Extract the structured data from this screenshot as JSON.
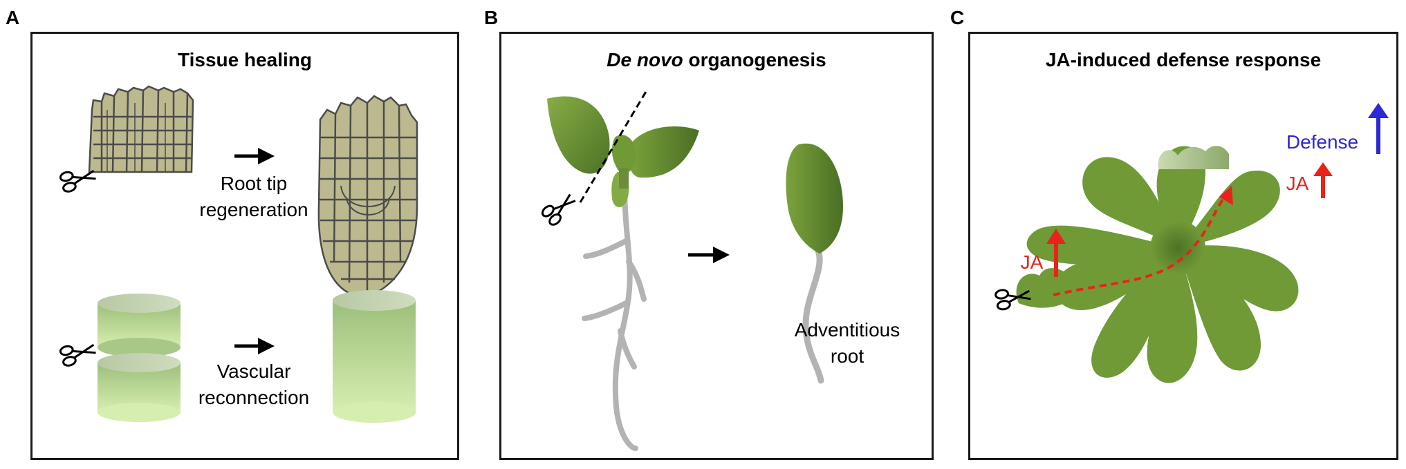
{
  "panels": [
    {
      "letter": "A",
      "title": "Tissue healing",
      "captions": {
        "root_tip": "Root tip\nregeneration",
        "vascular": "Vascular\nreconnection"
      }
    },
    {
      "letter": "B",
      "title_italic": "De novo",
      "title_rest": " organogenesis",
      "captions": {
        "adventitious": "Adventitious\nroot"
      }
    },
    {
      "letter": "C",
      "title": "JA-induced defense response",
      "labels": {
        "ja_left": "JA",
        "ja_right": "JA",
        "defense": "Defense"
      }
    }
  ],
  "colors": {
    "leaf_light": "#7aa33b",
    "leaf_dark": "#4d7226",
    "root_gray": "#b3b3b3",
    "cell_fill": "#bdb98f",
    "cell_line": "#4b4b4b",
    "cylinder_light": "#d6eeb0",
    "cylinder_dark": "#9dbf7a",
    "ja_red": "#e8231c",
    "defense_blue": "#2b28d6"
  },
  "icons": [
    "scissors-icon",
    "arrow-right-icon",
    "arrow-up-icon",
    "caterpillar-icon"
  ]
}
